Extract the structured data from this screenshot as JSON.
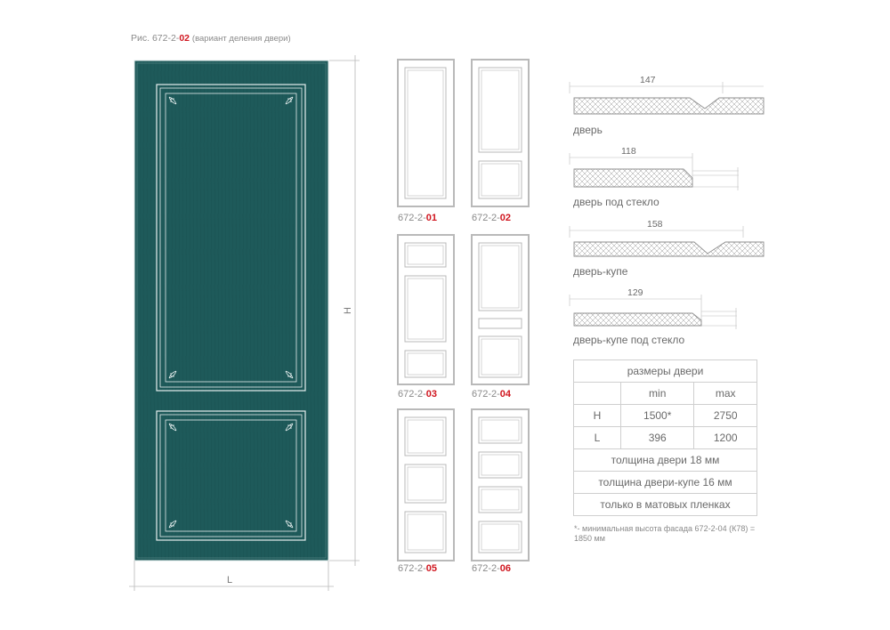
{
  "caption": {
    "prefix": "Рис. 672-2-",
    "code": "02",
    "note": "(вариант деления двери)"
  },
  "main_door": {
    "color": "#1e5a5a",
    "width_label": "L",
    "height_label": "H"
  },
  "variants": [
    {
      "prefix": "672-2-",
      "code": "01"
    },
    {
      "prefix": "672-2-",
      "code": "02"
    },
    {
      "prefix": "672-2-",
      "code": "03"
    },
    {
      "prefix": "672-2-",
      "code": "04"
    },
    {
      "prefix": "672-2-",
      "code": "05"
    },
    {
      "prefix": "672-2-",
      "code": "06"
    }
  ],
  "profiles": [
    {
      "label": "дверь",
      "width": "147"
    },
    {
      "label": "дверь под стекло",
      "width": "118"
    },
    {
      "label": "дверь-купе",
      "width": "158"
    },
    {
      "label": "дверь-купе под стекло",
      "width": "129"
    }
  ],
  "table": {
    "title": "размеры двери",
    "col_min": "min",
    "col_max": "max",
    "rows": [
      {
        "label": "H",
        "min": "1500*",
        "max": "2750"
      },
      {
        "label": "L",
        "min": "396",
        "max": "1200"
      }
    ],
    "notes": [
      "толщина двери 18 мм",
      "толщина двери-купе 16 мм",
      "только в матовых пленках"
    ]
  },
  "footnote": "*- минимальная высота фасада 672-2-04 (К78) = 1850 мм",
  "colors": {
    "accent": "#d0161f",
    "door": "#1e5a5a",
    "line": "#b8b8b8"
  }
}
